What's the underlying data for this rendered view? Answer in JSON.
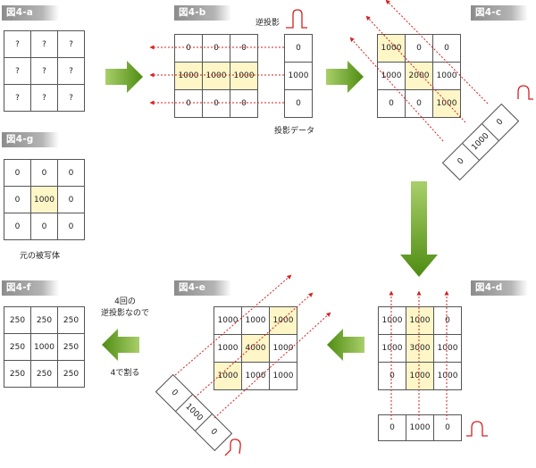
{
  "figures": {
    "a": {
      "badge": "図4-a",
      "grid": [
        [
          "?",
          "?",
          "?"
        ],
        [
          "?",
          "?",
          "?"
        ],
        [
          "?",
          "?",
          "?"
        ]
      ]
    },
    "b": {
      "badge": "図4-b",
      "back_projection_label": "逆投影",
      "grid": [
        [
          "0",
          "0",
          "0"
        ],
        [
          "1000",
          "1000",
          "1000"
        ],
        [
          "0",
          "0",
          "0"
        ]
      ],
      "projection": [
        "0",
        "1000",
        "0"
      ],
      "projection_label": "投影データ"
    },
    "c": {
      "badge": "図4-c",
      "grid": [
        [
          "1000",
          "0",
          "0"
        ],
        [
          "1000",
          "2000",
          "1000"
        ],
        [
          "0",
          "0",
          "1000"
        ]
      ],
      "projection": [
        "0",
        "1000",
        "0"
      ]
    },
    "d": {
      "badge": "図4-d",
      "grid": [
        [
          "1000",
          "1000",
          "0"
        ],
        [
          "1000",
          "3000",
          "1000"
        ],
        [
          "0",
          "1000",
          "1000"
        ]
      ],
      "projection": [
        "0",
        "1000",
        "0"
      ]
    },
    "e": {
      "badge": "図4-e",
      "grid": [
        [
          "1000",
          "1000",
          "1000"
        ],
        [
          "1000",
          "4000",
          "1000"
        ],
        [
          "1000",
          "1000",
          "1000"
        ]
      ],
      "projection": [
        "0",
        "1000",
        "0"
      ]
    },
    "f": {
      "badge": "図4-f",
      "grid": [
        [
          "250",
          "250",
          "250"
        ],
        [
          "250",
          "1000",
          "250"
        ],
        [
          "250",
          "250",
          "250"
        ]
      ],
      "note_top": [
        "4回の",
        "逆投影なので"
      ],
      "note_bottom": "4で割る"
    },
    "g": {
      "badge": "図4-g",
      "grid": [
        [
          "0",
          "0",
          "0"
        ],
        [
          "0",
          "1000",
          "0"
        ],
        [
          "0",
          "0",
          "0"
        ]
      ],
      "caption": "元の被写体"
    }
  },
  "colors": {
    "arrow_green": "#5a9a1a",
    "ray_red": "#d42020",
    "highlight": "#fff6c8",
    "badge_gray": "#9a9a9a"
  }
}
